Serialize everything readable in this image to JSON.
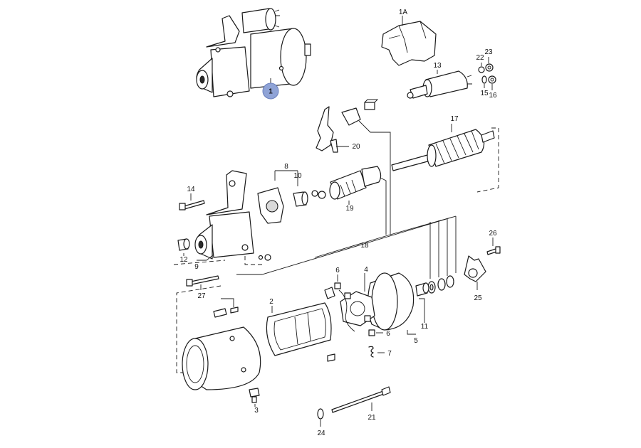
{
  "diagram": {
    "highlight_color": "#8fa3d6",
    "labels": {
      "p1": "1",
      "p1A": "1A",
      "p2": "2",
      "p3": "3",
      "p4": "4",
      "p5": "5",
      "p6a": "6",
      "p6b": "6",
      "p7": "7",
      "p8": "8",
      "p9": "9",
      "p10": "10",
      "p11": "11",
      "p12": "12",
      "p13": "13",
      "p14": "14",
      "p15": "15",
      "p16": "16",
      "p17": "17",
      "p18": "18",
      "p19": "19",
      "p20": "20",
      "p21": "21",
      "p22": "22",
      "p23": "23",
      "p24": "24",
      "p25": "25",
      "p26": "26",
      "p27": "27"
    }
  }
}
